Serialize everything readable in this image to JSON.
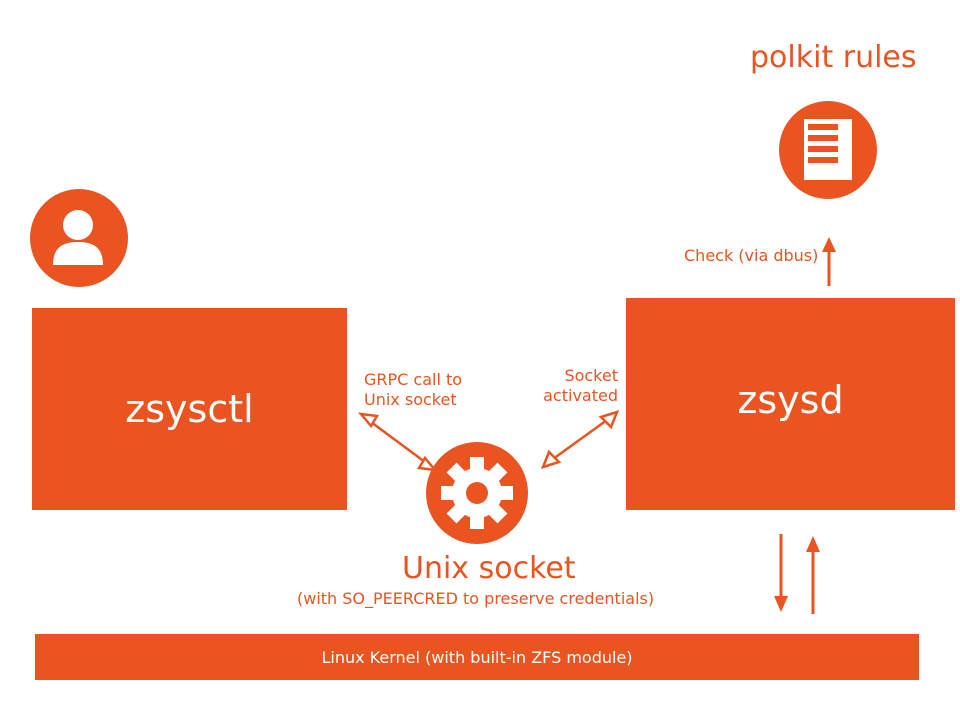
{
  "colors": {
    "accent": "#E95420",
    "text_on_accent": "#ffffff",
    "background": "#ffffff"
  },
  "polkit": {
    "title": "polkit rules",
    "icon": "document-icon"
  },
  "user": {
    "icon": "user-icon"
  },
  "zsysctl": {
    "label": "zsysctl"
  },
  "zsysd": {
    "label": "zsysd"
  },
  "socket": {
    "icon": "gear-icon",
    "title": "Unix socket",
    "subtitle": "(with SO_PEERCRED to preserve credentials)"
  },
  "labels": {
    "grpc_call": "GRPC call to\nUnix socket",
    "socket_activated": "Socket\nactivated",
    "check_via_dbus": "Check (via dbus)"
  },
  "kernel": {
    "label": "Linux Kernel (with built-in ZFS module)"
  }
}
